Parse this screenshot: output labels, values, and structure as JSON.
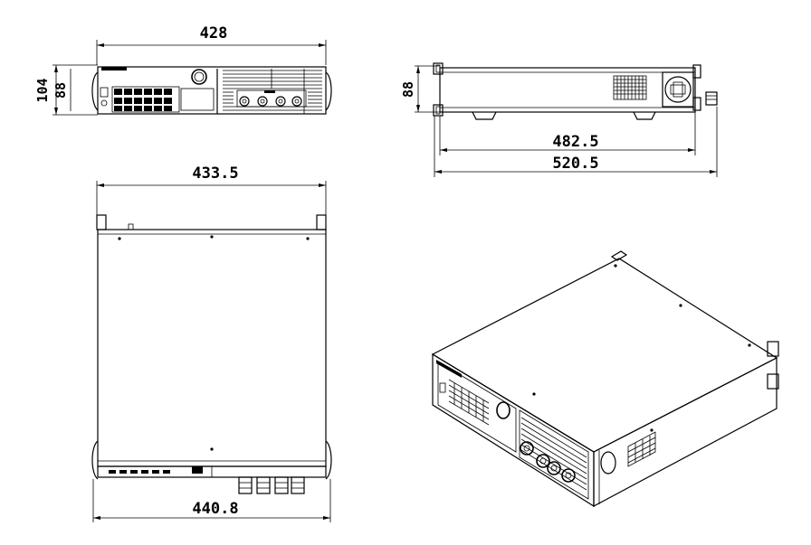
{
  "front_view": {
    "width_label": "428",
    "height_total_label": "104",
    "height_inner_label": "88"
  },
  "side_view": {
    "height_label": "88",
    "depth_label": "482.5",
    "depth_total_label": "520.5"
  },
  "top_view": {
    "width_label": "433.5",
    "width_total_label": "440.8"
  }
}
